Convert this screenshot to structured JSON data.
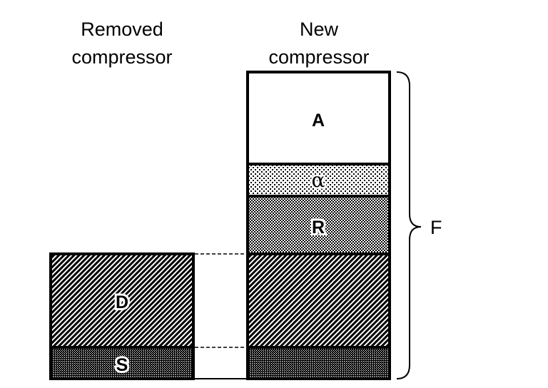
{
  "headers": {
    "removed_line1": "Removed",
    "removed_line2": "compressor",
    "new_line1": "New",
    "new_line2": "compressor"
  },
  "segments": {
    "A": "A",
    "alpha": "α",
    "R": "R",
    "D": "D",
    "S": "S"
  },
  "brace_label": "F"
}
